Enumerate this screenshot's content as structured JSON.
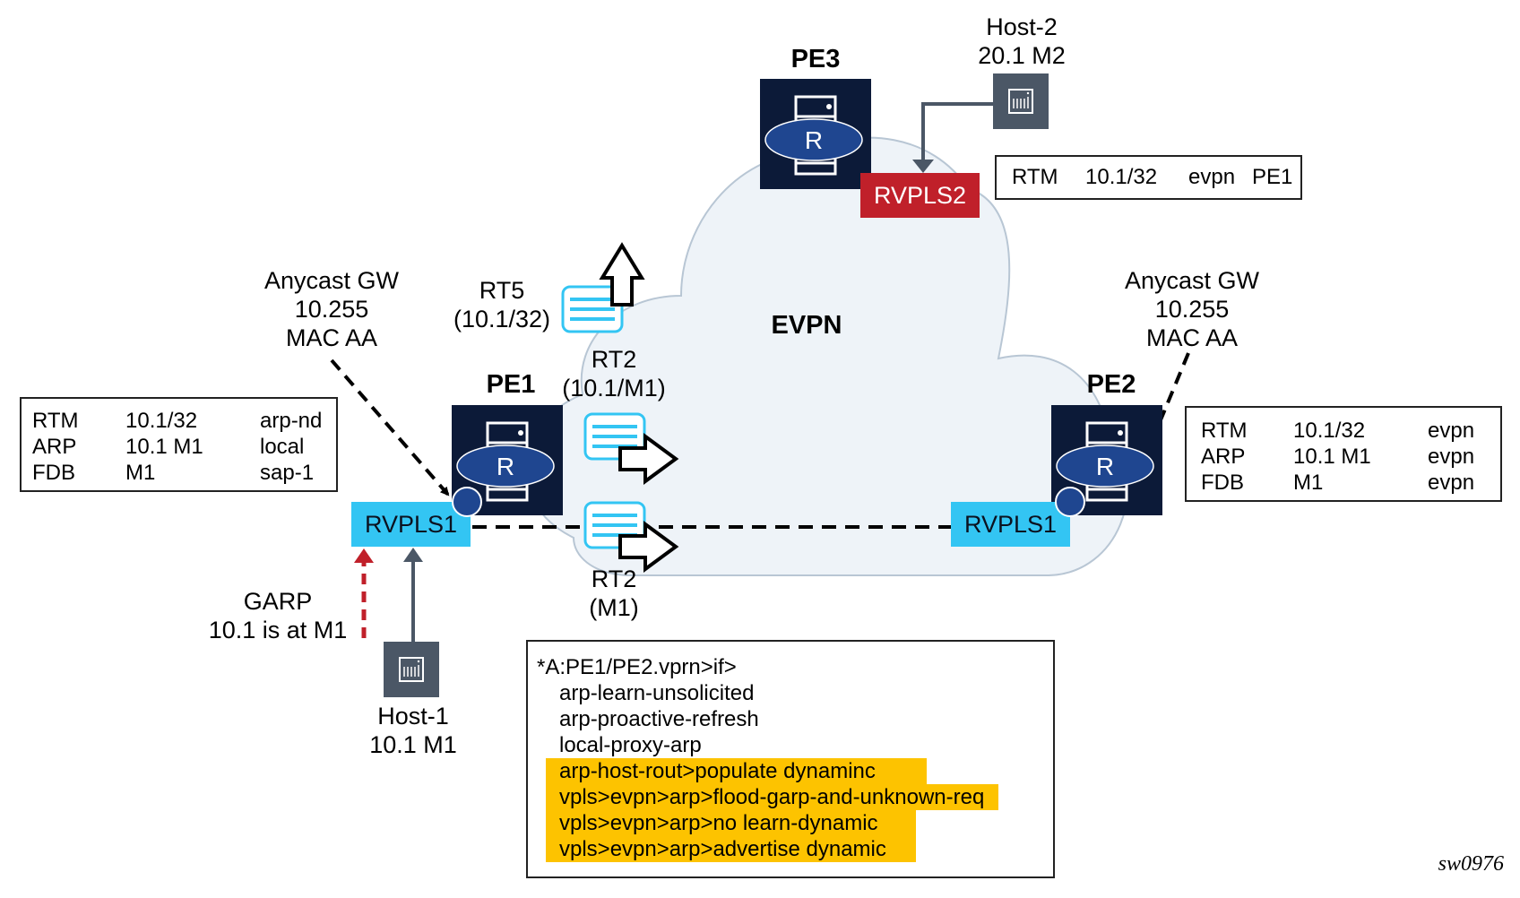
{
  "diagram": {
    "cloud_label": "EVPN",
    "figure_id": "sw0976",
    "colors": {
      "router_bg": "#0c1a38",
      "router_oval": "#1f4690",
      "rvpls_blue": "#33c5f3",
      "rvpls_red": "#c0202a",
      "host_bg": "#4b5766",
      "cloud_fill": "#eef3f8",
      "cloud_stroke": "#b8c6d4",
      "highlight": "#fdc300",
      "garp_arrow": "#c0202a",
      "host_link": "#4b5766"
    },
    "routers": {
      "pe1": {
        "name": "PE1",
        "glyph": "R"
      },
      "pe2": {
        "name": "PE2",
        "glyph": "R"
      },
      "pe3": {
        "name": "PE3",
        "glyph": "R"
      }
    },
    "services": {
      "pe1_rvpls": "RVPLS1",
      "pe2_rvpls": "RVPLS1",
      "pe3_rvpls": "RVPLS2"
    },
    "hosts": {
      "host1": {
        "name": "Host-1",
        "addr": "10.1 M1"
      },
      "host2": {
        "name": "Host-2",
        "addr": "20.1 M2"
      }
    },
    "anycast_left": {
      "line1": "Anycast GW",
      "line2": "10.255",
      "line3": "MAC AA"
    },
    "anycast_right": {
      "line1": "Anycast GW",
      "line2": "10.255",
      "line3": "MAC AA"
    },
    "routes": {
      "rt5": {
        "line1": "RT5",
        "line2": "(10.1/32)"
      },
      "rt2_ip": {
        "line1": "RT2",
        "line2": "(10.1/M1)"
      },
      "rt2_mac": {
        "line1": "RT2",
        "line2": "(M1)"
      }
    },
    "garp": {
      "line1": "GARP",
      "line2": "10.1 is at M1"
    },
    "pe1_table": {
      "rows": [
        [
          "RTM",
          "10.1/32",
          "arp-nd"
        ],
        [
          "ARP",
          "10.1 M1",
          "local"
        ],
        [
          "FDB",
          "M1",
          "sap-1"
        ]
      ]
    },
    "pe2_table": {
      "rows": [
        [
          "RTM",
          "10.1/32",
          "evpn"
        ],
        [
          "ARP",
          "10.1 M1",
          "evpn"
        ],
        [
          "FDB",
          "M1",
          "evpn"
        ]
      ]
    },
    "pe3_table": {
      "row": [
        "RTM",
        "10.1/32",
        "evpn",
        "PE1"
      ]
    },
    "config": {
      "prompt": "*A:PE1/PE2.vprn>if>",
      "lines": [
        {
          "text": "arp-learn-unsolicited",
          "highlight": false
        },
        {
          "text": "arp-proactive-refresh",
          "highlight": false
        },
        {
          "text": "local-proxy-arp",
          "highlight": false
        },
        {
          "text": "arp-host-rout>populate dynaminc",
          "highlight": true
        },
        {
          "text": "vpls>evpn>arp>flood-garp-and-unknown-req",
          "highlight": true
        },
        {
          "text": "vpls>evpn>arp>no learn-dynamic",
          "highlight": true
        },
        {
          "text": "vpls>evpn>arp>advertise dynamic",
          "highlight": true
        }
      ]
    }
  }
}
